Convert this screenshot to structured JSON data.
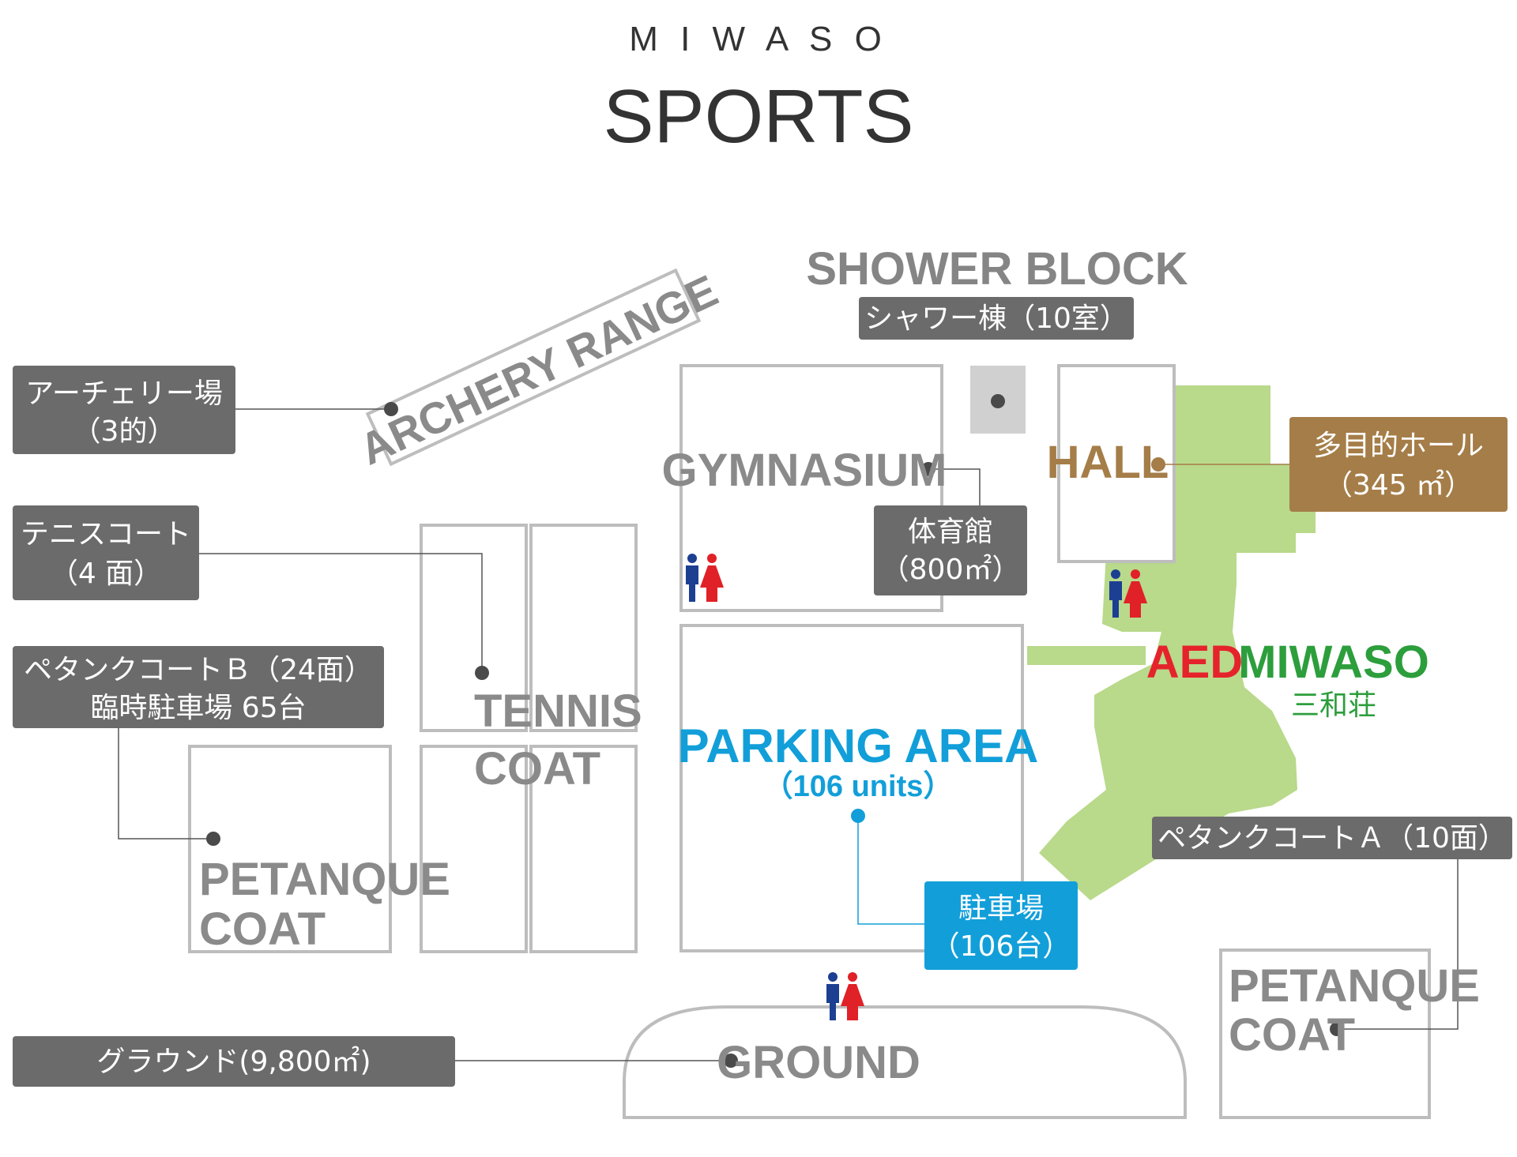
{
  "header": {
    "brand": "M I W A S O",
    "title": "SPORTS"
  },
  "areas": {
    "archery": {
      "name": "ARCHERY RANGE",
      "jp_line1": "アーチェリー場",
      "jp_line2": "（3的）"
    },
    "shower": {
      "name": "SHOWER BLOCK",
      "jp": "シャワー棟（10室）"
    },
    "gymnasium": {
      "name": "GYMNASIUM",
      "jp_line1": "体育館",
      "jp_line2": "（800㎡）"
    },
    "hall": {
      "name": "HALL",
      "jp_line1": "多目的ホール",
      "jp_line2": "（345 ㎡）"
    },
    "tennis": {
      "name_line1": "TENNIS",
      "name_line2": "COAT",
      "jp_line1": "テニスコート",
      "jp_line2": "（4 面）"
    },
    "petanque_b": {
      "name_line1": "PETANQUE",
      "name_line2": "COAT",
      "jp_line1": "ペタンクコートＢ（24面）",
      "jp_line2": "臨時駐車場 65台"
    },
    "parking": {
      "name": "PARKING AREA",
      "units": "（106 units）",
      "jp_line1": "駐車場",
      "jp_line2": "（106台）"
    },
    "miwaso": {
      "aed": "AED",
      "name": "MIWASO",
      "jp": "三和荘"
    },
    "petanque_a": {
      "name_line1": "PETANQUE",
      "name_line2": "COAT",
      "jp": "ペタンクコートＡ（10面）"
    },
    "ground": {
      "name": "GROUND",
      "jp": "グラウンド(9,800㎡)"
    }
  },
  "colors": {
    "label_gray": "#6b6b6b",
    "outline_gray": "#b9b9b9",
    "text_gray": "#8a8a8a",
    "hall_brown": "#a57d48",
    "parking_blue": "#129fd9",
    "aed_red": "#e5232b",
    "miwaso_green": "#2c9e3c",
    "green_area": "#b9d98b",
    "restroom_male": "#1c3f92",
    "restroom_female": "#e02127"
  },
  "icons": [
    "restroom-icon",
    "pin-dot-icon"
  ]
}
